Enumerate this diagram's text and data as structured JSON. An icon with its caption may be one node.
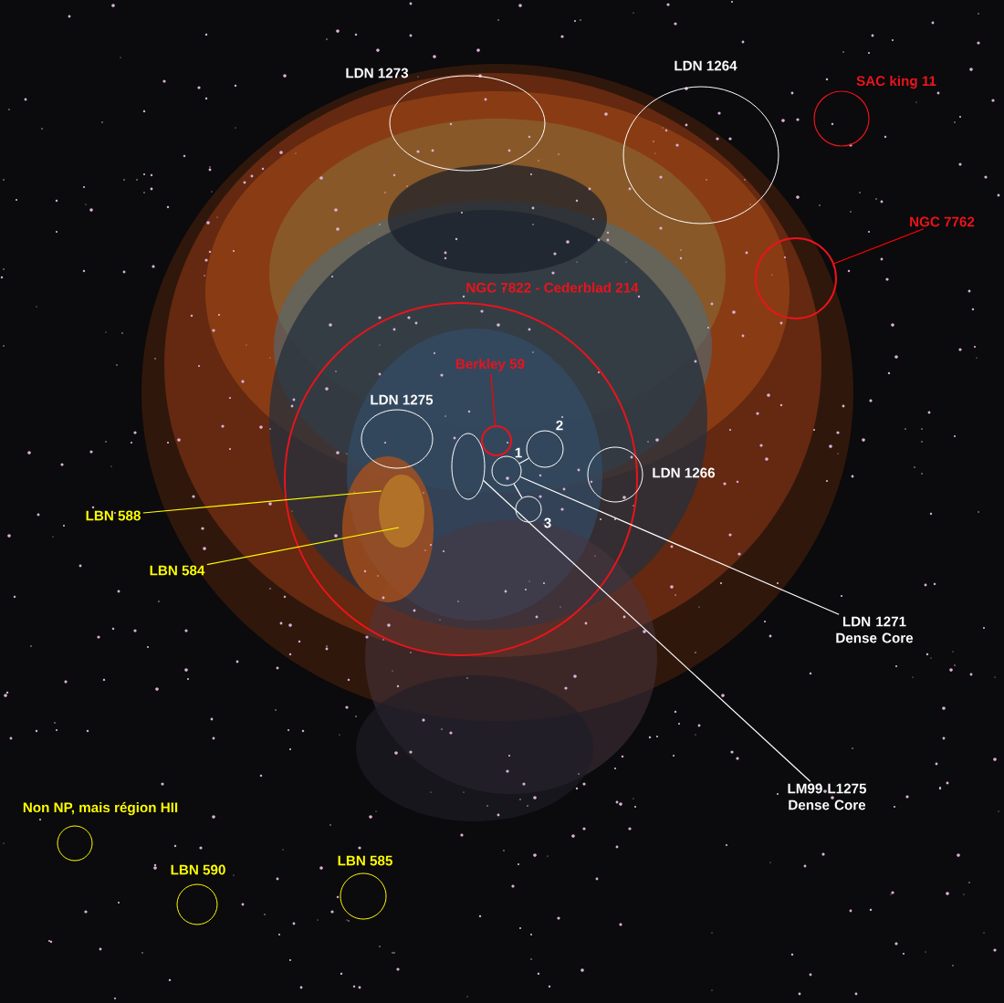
{
  "diagram": {
    "nodes": [
      {
        "text": [],
        "shape": "ellipse",
        "beside": [
          "LDN 1273"
        ]
      },
      {
        "text": [],
        "shape": "ellipse",
        "beside": [
          "LDN 1264"
        ]
      },
      {
        "text": [],
        "shape": "circle",
        "beside": [
          "SAC king 11"
        ]
      },
      {
        "text": [
          "NGC 7762"
        ]
      },
      {
        "text": [],
        "shape": "circle"
      },
      {
        "text": [],
        "shape": "circle",
        "beside": [
          "NGC 7822 - Cederblad 214"
        ]
      },
      {
        "text": [
          "Berkley 59"
        ],
        "in": 5
      },
      {
        "text": [],
        "shape": "circle",
        "in": 5
      },
      {
        "text": [],
        "shape": "ellipse",
        "in": 5,
        "beside": [
          "LDN 1275"
        ]
      },
      {
        "text": [],
        "shape": "ellipse",
        "in": 5
      },
      {
        "text": [],
        "shape": "circle",
        "in": 5,
        "beside": [
          "2"
        ]
      },
      {
        "text": [],
        "shape": "circle",
        "in": 5,
        "beside": [
          "1"
        ]
      },
      {
        "text": [],
        "shape": "circle",
        "in": 5,
        "beside": [
          "3"
        ]
      },
      {
        "text": [],
        "shape": "circle",
        "in": 5,
        "beside": [
          "LDN 1266"
        ]
      },
      {
        "text": [
          "LBN 588"
        ]
      },
      {
        "text": [
          "LBN 584"
        ]
      },
      {
        "text": [
          "LDN 1271 Dense Core"
        ]
      },
      {
        "text": [
          "LM99 L1275 Dense Core"
        ]
      },
      {
        "text": [],
        "shape": "circle",
        "beside": [
          "Non NP, mais région HII"
        ]
      },
      {
        "text": [],
        "shape": "circle",
        "beside": [
          "LBN 590"
        ]
      },
      {
        "text": [],
        "shape": "circle",
        "beside": [
          "LBN 585"
        ]
      }
    ],
    "edges": [
      {
        "from": 3,
        "to": 4,
        "arrow": "none",
        "color": "#ff0000"
      },
      {
        "from": 6,
        "to": 7,
        "arrow": "none",
        "color": "#ff0000"
      },
      {
        "from": 11,
        "to": 10,
        "arrow": "none"
      },
      {
        "from": 11,
        "to": 12,
        "arrow": "none"
      },
      {
        "from": 14,
        "to": null,
        "arrow": "none",
        "color": "#ffff00"
      },
      {
        "from": 15,
        "to": null,
        "arrow": "none",
        "color": "#ffff00"
      },
      {
        "from": 16,
        "to": 11,
        "arrow": "none"
      },
      {
        "from": 17,
        "to": 9,
        "arrow": "none"
      }
    ]
  }
}
